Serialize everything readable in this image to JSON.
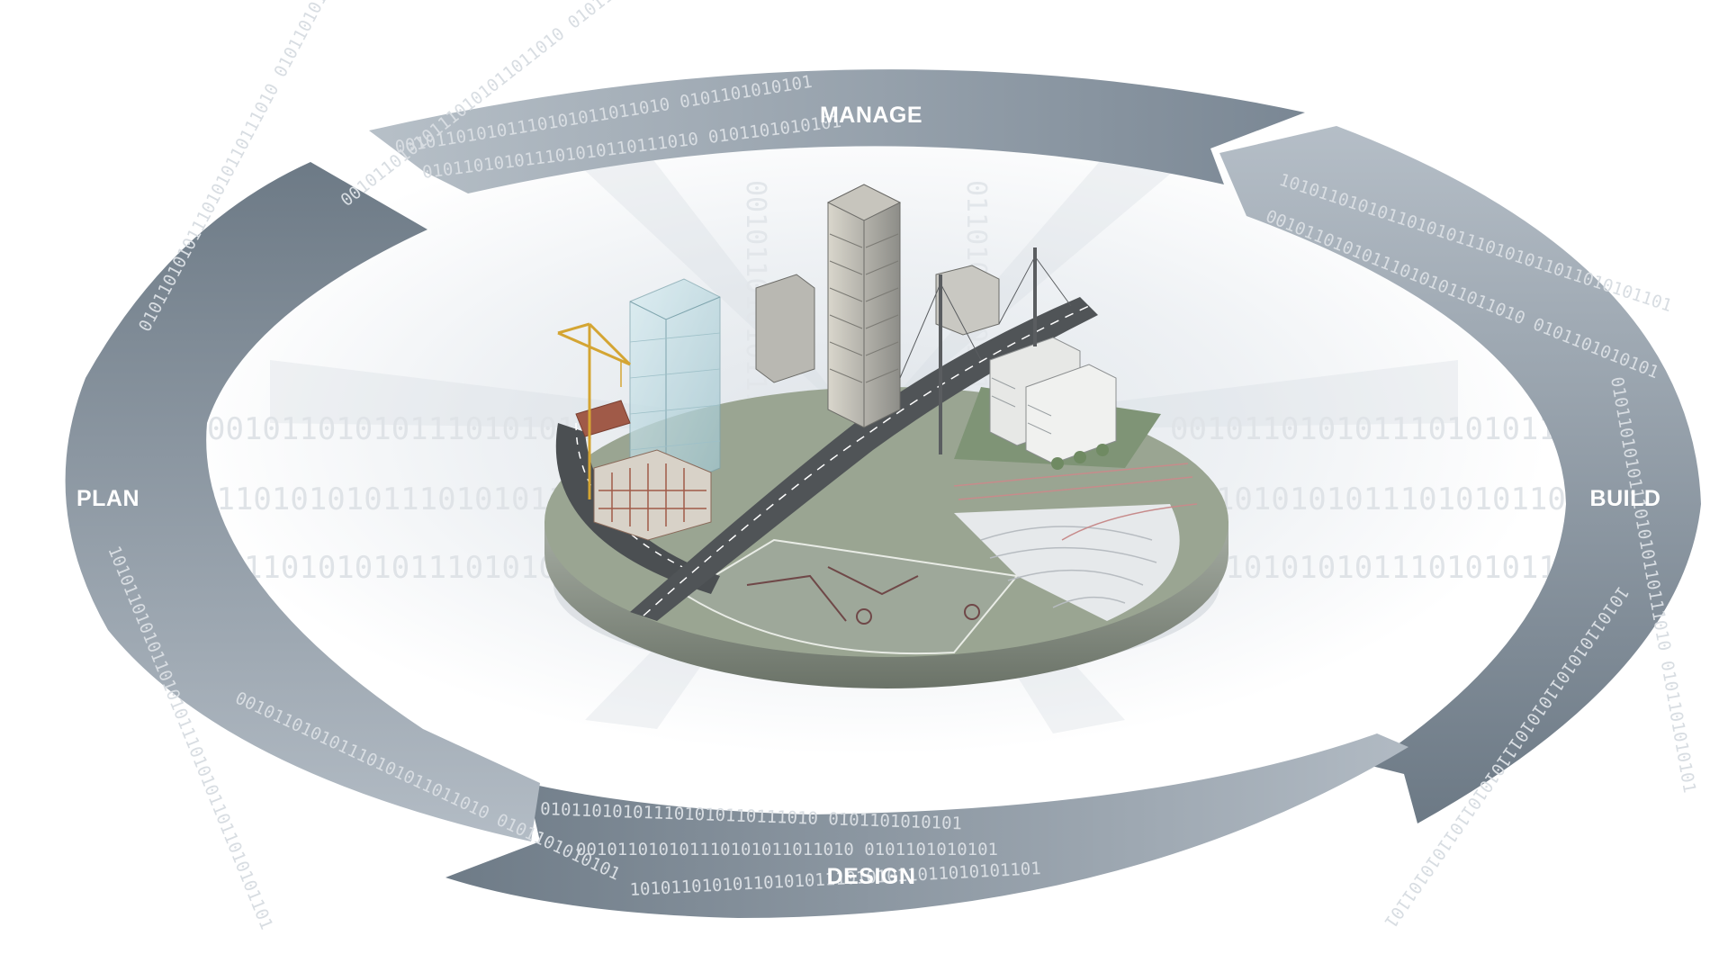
{
  "stages": {
    "manage": "MANAGE",
    "build": "BUILD",
    "design": "DESIGN",
    "plan": "PLAN"
  },
  "binary": {
    "ring": [
      "001011010101110101011011010 0101101010101",
      "010110101011101010110111010 0101101010101",
      "1010110101011010101110101011011010101101"
    ],
    "background": [
      "001011010101110101011",
      "011010101011101010110",
      "101101010101110101011"
    ]
  },
  "colors": {
    "ring_dark": "#6f7c88",
    "ring_light": "#b9c2ca",
    "label": "#ffffff",
    "platform_green": "#8a9a82",
    "glow": "#eef1f4"
  },
  "icons": [
    "city-platform-illustration",
    "crane-icon",
    "skyscraper-icon",
    "highway-icon"
  ]
}
